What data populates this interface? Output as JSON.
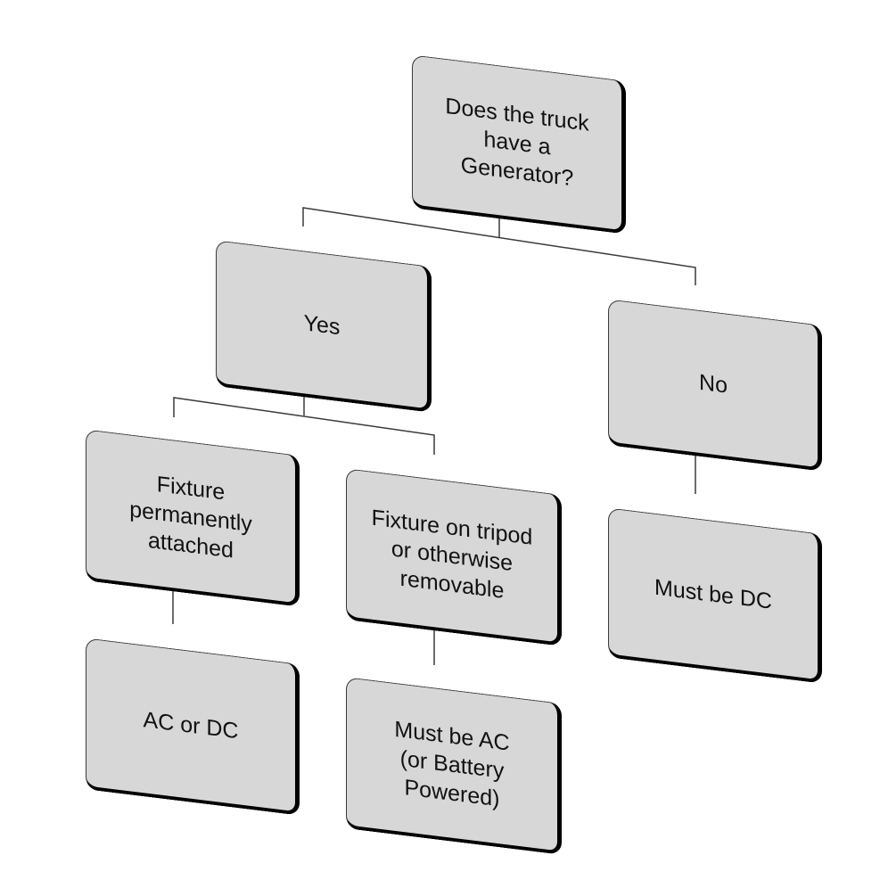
{
  "nodes": {
    "root": "Does the truck have a Generator?",
    "yes": "Yes",
    "no": "No",
    "fixture_permanent": "Fixture permanently attached",
    "fixture_removable": "Fixture on tripod or otherwise removable",
    "must_be_dc": "Must be DC",
    "ac_or_dc": "AC or DC",
    "must_be_ac": "Must be AC (or Battery Powered)"
  },
  "colors": {
    "box_fill": "#d7d7d7",
    "box_shadow": "#000000",
    "connector": "#3a3a3a"
  }
}
